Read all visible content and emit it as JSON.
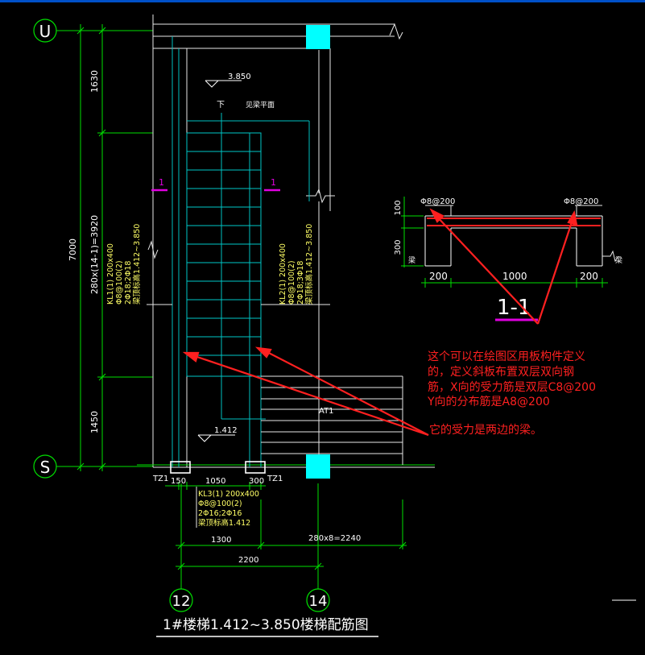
{
  "axes": {
    "row_top": "U",
    "row_bottom": "S",
    "col_left": "12",
    "col_right": "14"
  },
  "dimensions_left": {
    "seg_top": "1630",
    "seg_middle": "280x(14-1)=3920",
    "seg_bottom": "1450",
    "total": "7000"
  },
  "dimensions_bottom": {
    "a": "150",
    "b": "1050",
    "c": "300",
    "run_span": "1300",
    "steps": "280x8=2240",
    "total": "2200"
  },
  "levels": {
    "top": "3.850",
    "bottom": "1.412"
  },
  "labels": {
    "down_arrow": "下",
    "beam_top": "见梁平面",
    "section_mark": "1",
    "stair_slab": "AT1",
    "tz_left": "TZ1",
    "tz_right": "TZ1"
  },
  "beam_kl1": {
    "line1": "KL1(1) 200x400",
    "line2": "Φ8@100(2)",
    "line3": "2Φ18;2Φ18",
    "line4": "梁顶标高1.412~3.850"
  },
  "beam_kl2": {
    "line1": "KL2(1) 200x400",
    "line2": "Φ8@100(2)",
    "line3": "2Φ18;3Φ18",
    "line4": "梁顶标高1.412~3.850"
  },
  "beam_kl3": {
    "line1": "KL3(1) 200x400",
    "line2": "Φ8@100(2)",
    "line3": "2Φ16;2Φ16",
    "line4": "梁顶标高1.412"
  },
  "section": {
    "rebar_left": "Φ8@200",
    "rebar_right": "Φ8@200",
    "h_top": "100",
    "h_beam": "300",
    "beam_word_left": "梁",
    "beam_word_right": "梁",
    "w_left": "200",
    "w_mid": "1000",
    "w_right": "200",
    "title": "1-1"
  },
  "annotations": {
    "note_line1": "这个可以在绘图区用板构件定义",
    "note_line2": "的，定义斜板布置双层双向钢",
    "note_line3": "筋，X向的受力筋是双层C8@200",
    "note_line4": "Y向的分布筋是A8@200",
    "note2": "它的受力是两边的梁。"
  },
  "title": "1#楼梯1.412~3.850楼梯配筋图",
  "colors": {
    "background": "#000000",
    "frame": "#0050c8",
    "dimension": "#00e000",
    "structure": "#ffffff",
    "cyan_lines": "#00d0d0",
    "column_fill": "#00ffff",
    "annotation": "#ff2020",
    "beam_text": "#ffff66",
    "section_marker": "#e000e0"
  }
}
